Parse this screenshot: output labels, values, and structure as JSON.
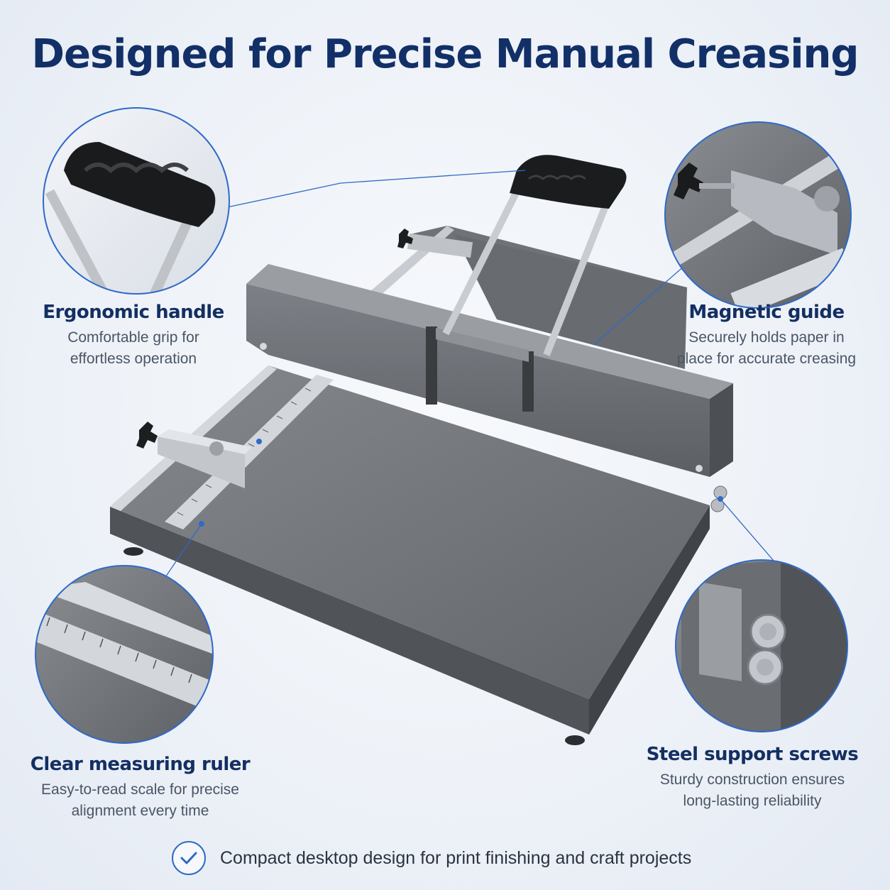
{
  "headline": "Designed for Precise Manual Creasing",
  "features": {
    "handle": {
      "title": "Ergonomic handle",
      "lines": [
        "Comfortable grip for",
        "effortless operation"
      ]
    },
    "guide": {
      "title": "Magnetic guide",
      "lines": [
        "Securely holds paper in",
        "place for accurate creasing"
      ]
    },
    "ruler": {
      "title": "Clear measuring ruler",
      "lines": [
        "Easy-to-read scale for precise",
        "alignment every time"
      ]
    },
    "screws": {
      "title": "Steel support screws",
      "lines": [
        "Sturdy construction ensures",
        "long-lasting reliability"
      ]
    }
  },
  "footer": {
    "text": "Compact desktop design for print finishing and craft projects",
    "icon": "check-circle-icon"
  },
  "colors": {
    "headline": "#123067",
    "accent": "#2f6ac6",
    "body_text": "#4a5565",
    "machine_gray": "#6b6f75"
  }
}
